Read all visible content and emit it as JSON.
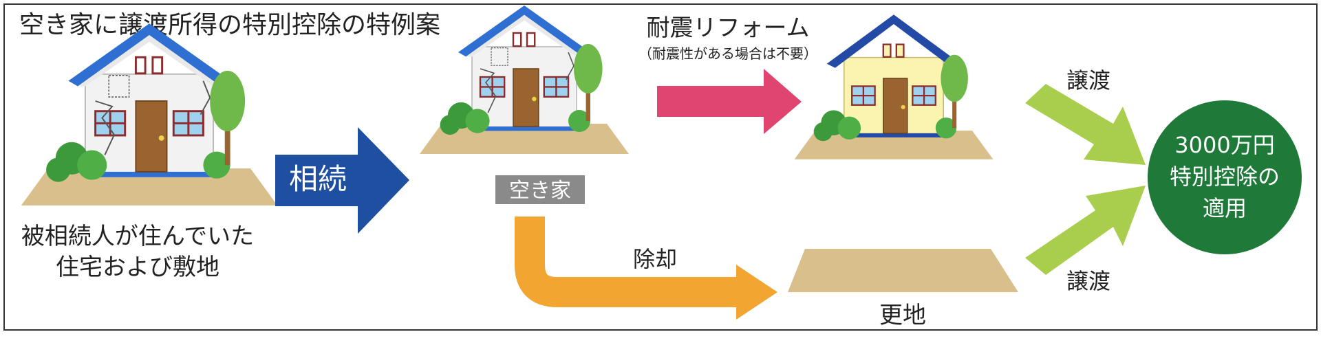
{
  "title": "空き家に譲渡所得の特別控除の特例案",
  "source_house": {
    "caption_line1": "被相続人が住んでいた",
    "caption_line2": "住宅および敷地"
  },
  "inherit_arrow_label": "相続",
  "vacant_house": {
    "badge": "空き家"
  },
  "reform": {
    "label": "耐震リフォーム",
    "note": "（耐震性がある場合は不要）"
  },
  "demolish": {
    "label": "除却"
  },
  "vacant_land": {
    "label": "更地"
  },
  "transfer_top": "譲渡",
  "transfer_bottom": "譲渡",
  "result": {
    "line1": "3000万円",
    "line2": "特別控除の",
    "line3": "適用"
  },
  "colors": {
    "inherit_arrow": "#1e4fa0",
    "reform_arrow": "#e0456f",
    "demolish_arrow": "#f2a530",
    "transfer_arrow": "#a9cd4c",
    "result_circle": "#1f7a3a",
    "badge": "#8a8a8a",
    "ground": "#d9bf8c",
    "roof": "#2f6fd1"
  }
}
